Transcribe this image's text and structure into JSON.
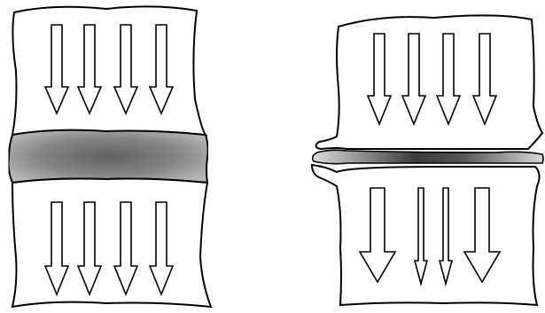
{
  "figure": {
    "panels": [
      {
        "name": "healthy-spinal-segment",
        "disc": "normal-thickness",
        "load_arrows": {
          "upper": 4,
          "lower": 4
        }
      },
      {
        "name": "degenerated-spinal-segment",
        "disc": "collapsed-thin",
        "load_arrows": {
          "upper": 4,
          "lower": 4
        }
      }
    ],
    "colors": {
      "line": "#000000",
      "fill": "#ffffff",
      "disc_dark": "#6e6e6e",
      "disc_light": "#cfcfcf"
    }
  }
}
